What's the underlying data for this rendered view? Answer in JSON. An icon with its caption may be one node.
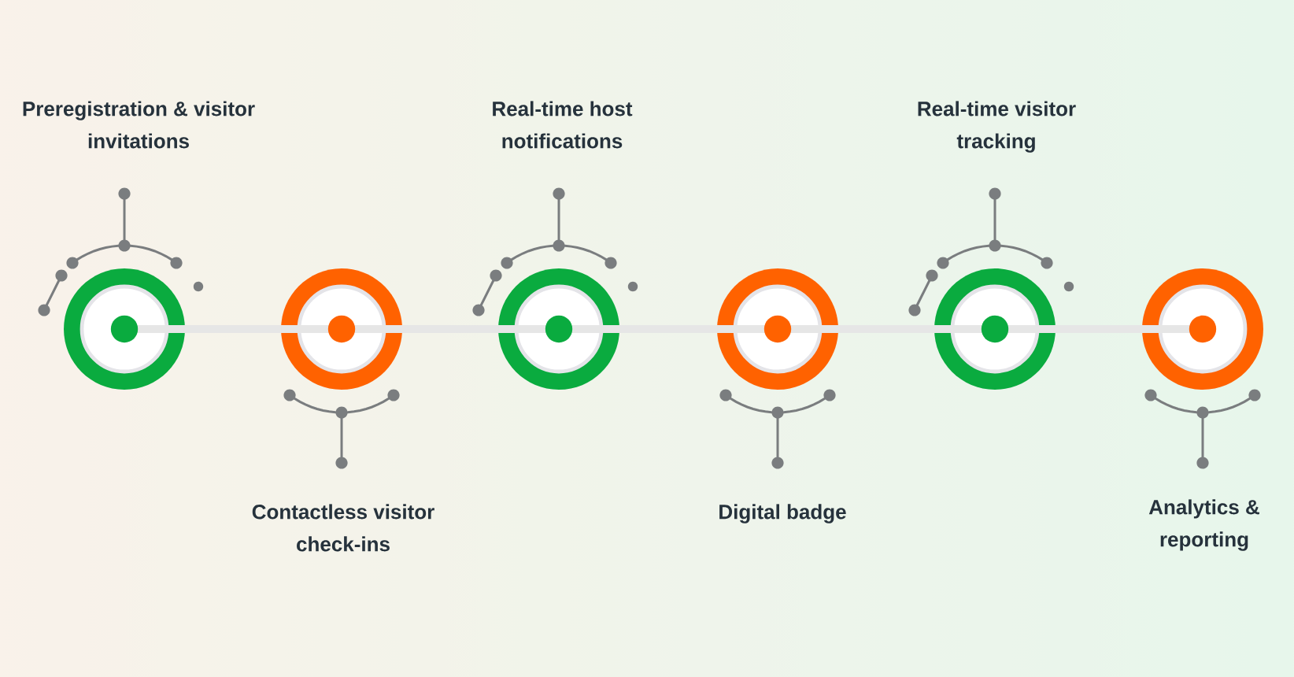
{
  "diagram": {
    "nodes": [
      {
        "text": [],
        "shape": "circle",
        "beside": [
          "Preregistration & visitor invitations"
        ]
      },
      {
        "text": [],
        "shape": "circle",
        "beside": [
          "Contactless visitor check-ins"
        ]
      },
      {
        "text": [],
        "shape": "circle",
        "beside": [
          "Real-time host notifications"
        ]
      },
      {
        "text": [],
        "shape": "circle",
        "beside": [
          "Digital badge"
        ]
      },
      {
        "text": [],
        "shape": "circle",
        "beside": [
          "Real-time visitor tracking"
        ]
      },
      {
        "text": [],
        "shape": "circle",
        "beside": [
          "Analytics & reporting"
        ]
      }
    ],
    "edges": [
      {
        "from": 0,
        "to": 1,
        "arrow": "none"
      },
      {
        "from": 1,
        "to": 2,
        "arrow": "none"
      },
      {
        "from": 2,
        "to": 3,
        "arrow": "none"
      },
      {
        "from": 3,
        "to": 4,
        "arrow": "none"
      },
      {
        "from": 4,
        "to": 5,
        "arrow": "none"
      }
    ]
  }
}
